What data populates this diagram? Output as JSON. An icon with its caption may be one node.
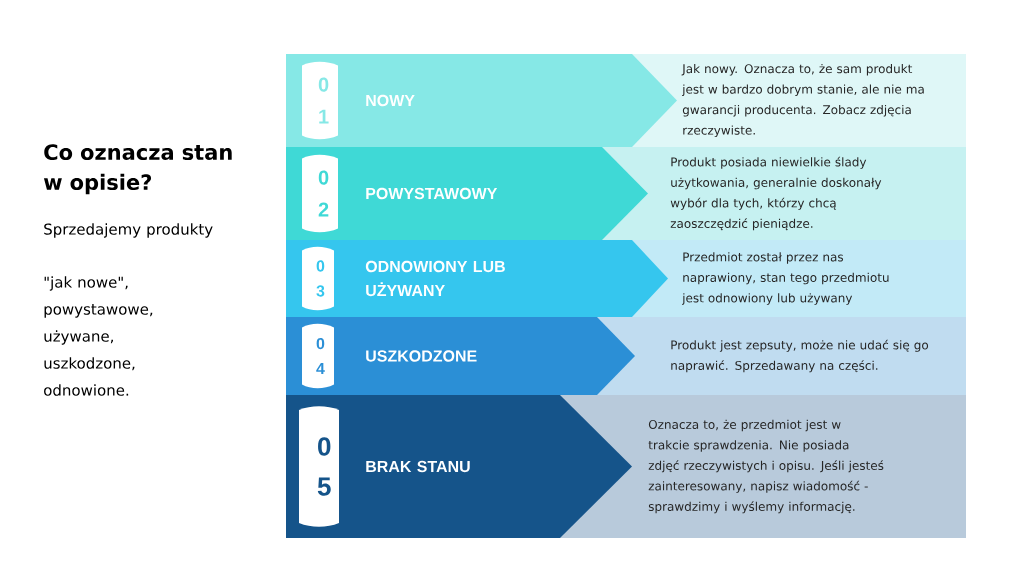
{
  "diagram": {
    "title": "Co oznacza stan w opisie?",
    "nodes": [
      {
        "text": [
          "NOWY"
        ]
      },
      {
        "text": [
          "0 1"
        ],
        "in": 0
      },
      {
        "text": [
          "Jak nowy. Oznacza to, że sam produkt jest w bardzo dobrym stanie, ale nie ma gwarancji producenta. Zobacz zdjęcia rzeczywiste."
        ]
      },
      {
        "text": [
          "POWYSTAWOWY"
        ]
      },
      {
        "text": [
          "0 2"
        ],
        "in": 3
      },
      {
        "text": [
          "Produkt posiada niewielkie ślady użytkowania, generalnie doskonały wybór dla tych, którzy chcą zaoszczędzić pieniądze."
        ]
      },
      {
        "text": [
          "ODNOWIONY LUB UŻYWANY"
        ]
      },
      {
        "text": [
          "0 3"
        ],
        "in": 6
      },
      {
        "text": [
          "Przedmiot został przez nas naprawiony, stan tego przedmiotu jest odnowiony lub używany"
        ]
      },
      {
        "text": [
          "USZKODZONE"
        ]
      },
      {
        "text": [
          "0 4"
        ],
        "in": 9
      },
      {
        "text": [
          "Produkt jest zepsuty, może nie udać się go naprawić. Sprzedawany na części."
        ]
      },
      {
        "text": [
          "BRAK STANU"
        ]
      },
      {
        "text": [
          "0 5"
        ],
        "in": 12
      },
      {
        "text": [
          "Oznacza to, że przedmiot jest w trakcie sprawdzenia. Nie posiada zdjęć rzeczywistych i opisu. Jeśli jesteś zainteresowany, napisz wiadomość - sprawdzimy i wyślemy informację."
        ]
      }
    ],
    "labels": [
      "Sprzedajemy produkty",
      "\"jak nowe\", powystawowe, używane, uszkodzone, odnowione."
    ]
  }
}
